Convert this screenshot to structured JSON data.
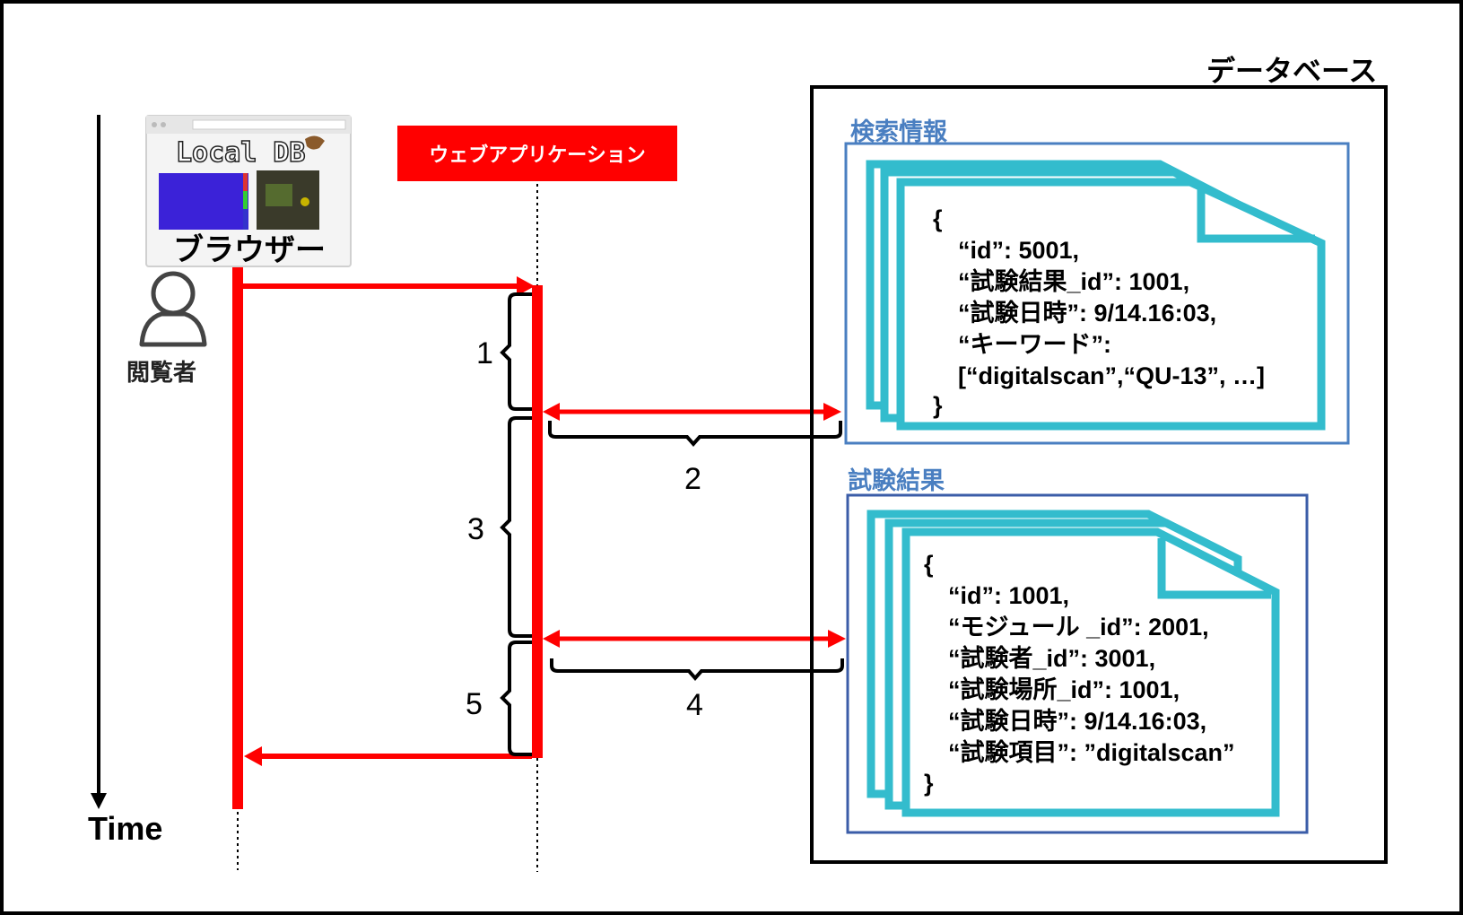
{
  "browser": {
    "label": "ブラウザー",
    "logo_text": "Local DB"
  },
  "viewer": {
    "label": "閲覧者"
  },
  "webapp": {
    "label": "ウェブアプリケーション"
  },
  "time_axis": {
    "label": "Time"
  },
  "database": {
    "label": "データベース"
  },
  "search_info": {
    "label": "検索情報",
    "lines": [
      "{",
      "“id”: 5001,",
      "“試験結果_id”:  1001,",
      "“試験日時”:  9/14.16:03,",
      "“キーワード”:",
      "[“digitalscan”,“QU-13”,  …]",
      "}"
    ]
  },
  "test_result": {
    "label": "試験結果",
    "lines": [
      "{",
      "“id”: 1001,",
      "“モジュール _id”: 2001,",
      "“試験者_id”: 3001,",
      "“試験場所_id”: 1001,",
      "“試験日時”: 9/14.16:03,",
      "“試験項目”: ”digitalscan”",
      "}"
    ]
  },
  "steps": {
    "s1": "1",
    "s2": "2",
    "s3": "3",
    "s4": "4",
    "s5": "5"
  },
  "colors": {
    "red": "#ff0000",
    "db_label_blue": "#4a7fc1",
    "doc_teal": "#33bccd",
    "box_blue": "#4a7fc1"
  }
}
